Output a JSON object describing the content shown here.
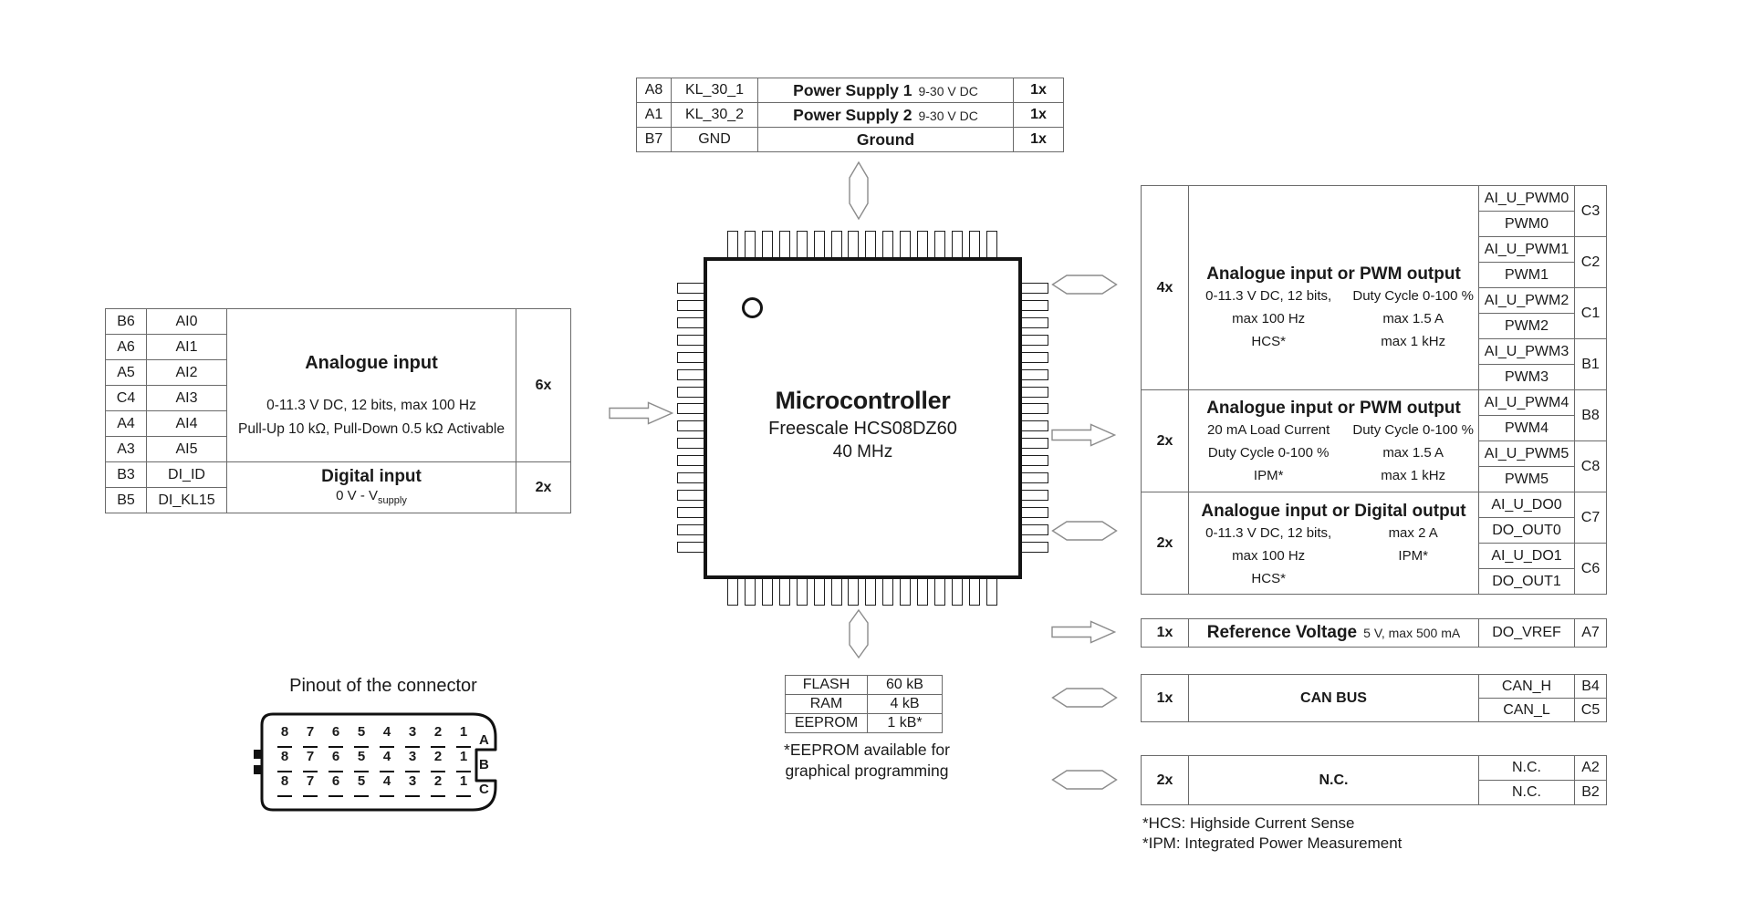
{
  "colors": {
    "ink": "#1a1a1a",
    "line": "#6a6a6a",
    "chip_border": "#141414"
  },
  "top_table": {
    "rows": [
      {
        "pin": "A8",
        "name": "KL_30_1",
        "title": "Power Supply 1",
        "spec": "9-30 V DC",
        "count": "1x"
      },
      {
        "pin": "A1",
        "name": "KL_30_2",
        "title": "Power Supply 2",
        "spec": "9-30 V DC",
        "count": "1x"
      },
      {
        "pin": "B7",
        "name": "GND",
        "title": "Ground",
        "spec": "",
        "count": "1x"
      }
    ]
  },
  "chip": {
    "title": "Microcontroller",
    "subtitle": "Freescale HCS08DZ60",
    "clock": "40 MHz"
  },
  "left_table": {
    "rows": [
      {
        "pin": "B6",
        "name": "AI0"
      },
      {
        "pin": "A6",
        "name": "AI1"
      },
      {
        "pin": "A5",
        "name": "AI2"
      },
      {
        "pin": "C4",
        "name": "AI3"
      },
      {
        "pin": "A4",
        "name": "AI4"
      },
      {
        "pin": "A3",
        "name": "AI5"
      },
      {
        "pin": "B3",
        "name": "DI_ID"
      },
      {
        "pin": "B5",
        "name": "DI_KL15"
      }
    ],
    "analogue": {
      "title": "Analogue input",
      "spec1": "0-11.3 V DC, 12 bits, max 100 Hz",
      "spec2": "Pull-Up 10 kΩ, Pull-Down 0.5 kΩ Activable",
      "count": "6x"
    },
    "digital": {
      "title": "Digital input",
      "spec_main": "0 V - V",
      "spec_sub": "supply",
      "count": "2x"
    }
  },
  "right_table": {
    "sections": [
      {
        "count": "4x",
        "title": "Analogue input or PWM output",
        "left_specs": [
          "0-11.3 V DC, 12 bits,",
          "max 100 Hz",
          "HCS*"
        ],
        "right_specs": [
          "Duty Cycle 0-100 %",
          "max 1.5 A",
          "max 1 kHz"
        ],
        "signals": [
          "AI_U_PWM0",
          "PWM0",
          "AI_U_PWM1",
          "PWM1",
          "AI_U_PWM2",
          "PWM2",
          "AI_U_PWM3",
          "PWM3"
        ],
        "pins": [
          "C3",
          "C2",
          "C1",
          "B1"
        ]
      },
      {
        "count": "2x",
        "title": "Analogue input or PWM output",
        "left_specs": [
          "20 mA Load Current",
          "Duty Cycle 0-100 %",
          "IPM*"
        ],
        "right_specs": [
          "Duty Cycle 0-100 %",
          "max 1.5 A",
          "max 1 kHz"
        ],
        "signals": [
          "AI_U_PWM4",
          "PWM4",
          "AI_U_PWM5",
          "PWM5"
        ],
        "pins": [
          "B8",
          "C8"
        ]
      },
      {
        "count": "2x",
        "title": "Analogue input or Digital output",
        "left_specs": [
          "0-11.3 V DC, 12 bits,",
          "max 100 Hz",
          "HCS*"
        ],
        "right_specs": [
          "max 2 A",
          "IPM*"
        ],
        "signals": [
          "AI_U_DO0",
          "DO_OUT0",
          "AI_U_DO1",
          "DO_OUT1"
        ],
        "pins": [
          "C7",
          "C6"
        ]
      }
    ]
  },
  "ref_row": {
    "count": "1x",
    "title": "Reference Voltage",
    "spec": "5 V, max 500 mA",
    "signal": "DO_VREF",
    "pin": "A7"
  },
  "can_table": {
    "count": "1x",
    "title": "CAN BUS",
    "rows": [
      {
        "signal": "CAN_H",
        "pin": "B4"
      },
      {
        "signal": "CAN_L",
        "pin": "C5"
      }
    ]
  },
  "nc_table": {
    "count": "2x",
    "title": "N.C.",
    "rows": [
      {
        "signal": "N.C.",
        "pin": "A2"
      },
      {
        "signal": "N.C.",
        "pin": "B2"
      }
    ]
  },
  "footnotes": {
    "hcs": "*HCS: Highside Current Sense",
    "ipm": "*IPM: Integrated Power Measurement"
  },
  "memory": {
    "rows": [
      {
        "key": "FLASH",
        "value": "60 kB"
      },
      {
        "key": "RAM",
        "value": "4 kB"
      },
      {
        "key": "EEPROM",
        "value": "1 kB*"
      }
    ],
    "footnote1": "*EEPROM available for",
    "footnote2": "graphical programming"
  },
  "connector": {
    "title": "Pinout of the connector",
    "rows": [
      {
        "label": "A",
        "pins": [
          "8",
          "7",
          "6",
          "5",
          "4",
          "3",
          "2",
          "1"
        ]
      },
      {
        "label": "B",
        "pins": [
          "8",
          "7",
          "6",
          "5",
          "4",
          "3",
          "2",
          "1"
        ]
      },
      {
        "label": "C",
        "pins": [
          "8",
          "7",
          "6",
          "5",
          "4",
          "3",
          "2",
          "1"
        ]
      }
    ]
  }
}
